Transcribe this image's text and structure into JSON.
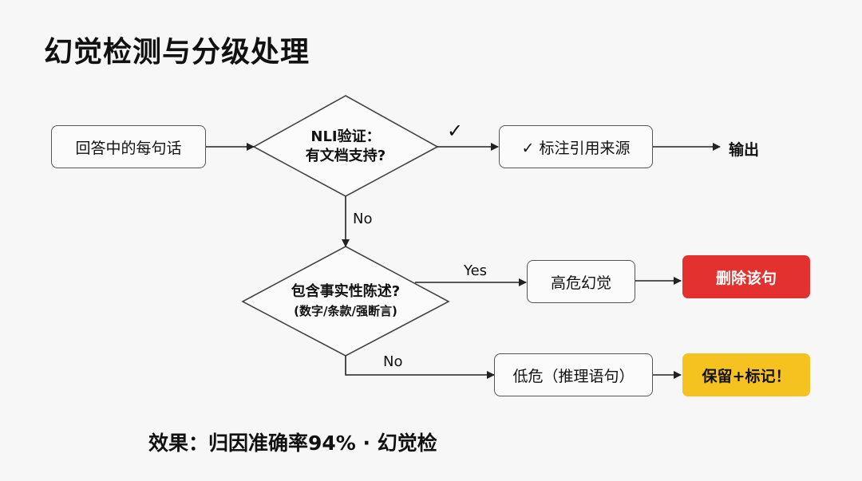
{
  "title": "幻觉检测与分级处理",
  "nodes": {
    "input": "回答中的每句话",
    "nli_line1": "NLI验证：",
    "nli_line2": "有文档支持?",
    "cite": "✓ 标注引用来源",
    "output": "输出",
    "fact_line1": "包含事实性陈述?",
    "fact_line2": "(数字/条款/强断言)",
    "high_risk": "高危幻觉",
    "delete": "删除该句",
    "low_risk": "低危（推理语句）",
    "keep": "保留+标记！"
  },
  "edges": {
    "check": "✓",
    "no_1": "No",
    "yes": "Yes",
    "no_2": "No"
  },
  "footer": "效果：归因准确率94% · 幻觉检",
  "colors": {
    "delete_bg": "#e2312e",
    "keep_bg": "#f5c21f",
    "stroke": "#333333"
  }
}
